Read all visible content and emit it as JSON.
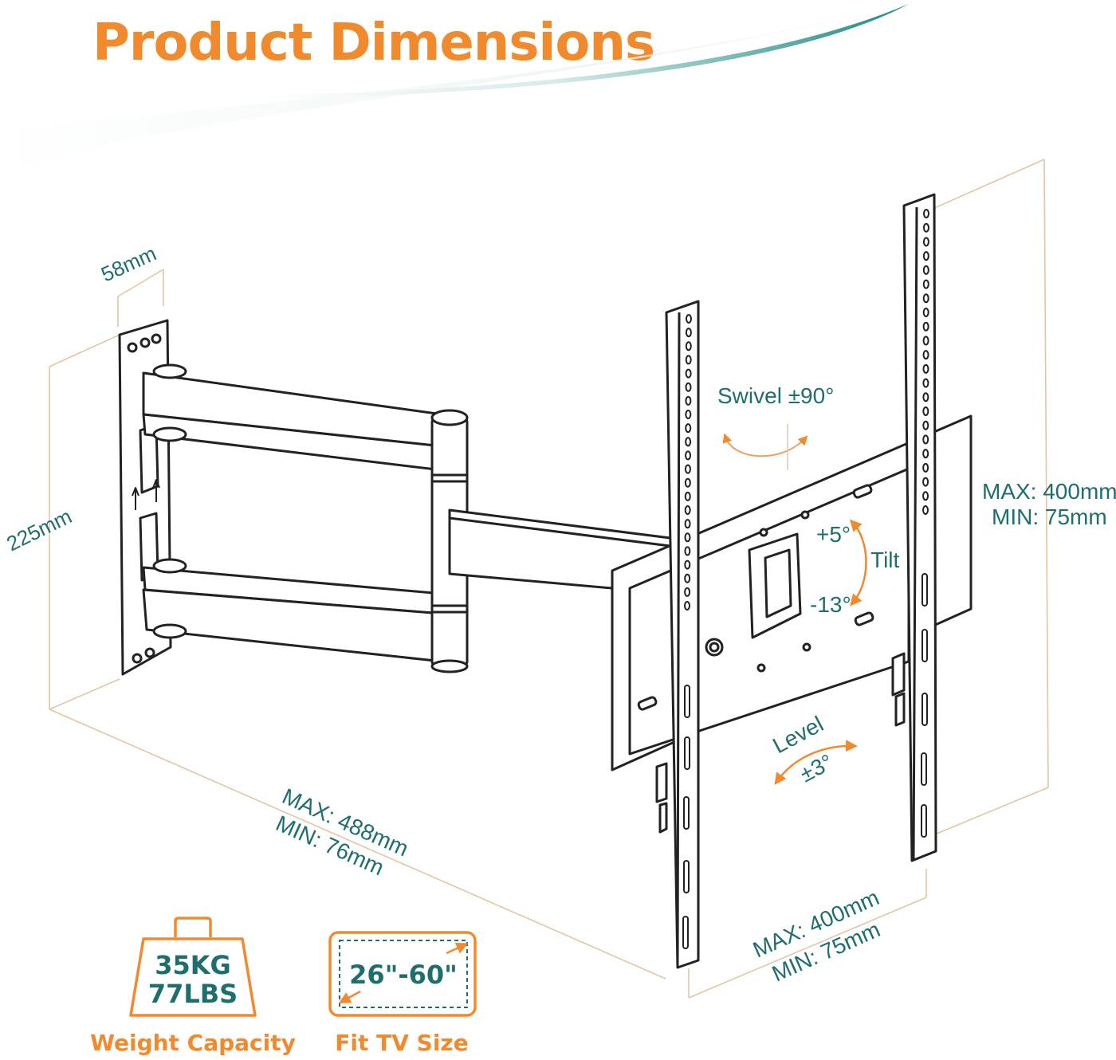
{
  "title": "Product Dimensions",
  "colors": {
    "accent_orange": "#F08A2C",
    "teal": "#1E6E6E",
    "outline": "#222222",
    "dimension_line": "#E2C6A4",
    "swoosh": "#9CCFCB"
  },
  "dimensions": {
    "plate_width": "58mm",
    "plate_height": "225mm",
    "extension_max": "MAX: 488mm",
    "extension_min": "MIN: 76mm",
    "vertical_max": "MAX: 400mm",
    "vertical_min": "MIN: 75mm",
    "horizontal_max": "MAX: 400mm",
    "horizontal_min": "MIN: 75mm"
  },
  "motion": {
    "swivel": "Swivel ±90°",
    "tilt_label": "Tilt",
    "tilt_up": "+5°",
    "tilt_down": "-13°",
    "level_label": "Level",
    "level_value": "±3°"
  },
  "specs": {
    "weight_kg": "35KG",
    "weight_lbs": "77LBS",
    "weight_caption": "Weight Capacity",
    "tv_size": "26\"-60\"",
    "tv_caption": "Fit TV Size"
  }
}
